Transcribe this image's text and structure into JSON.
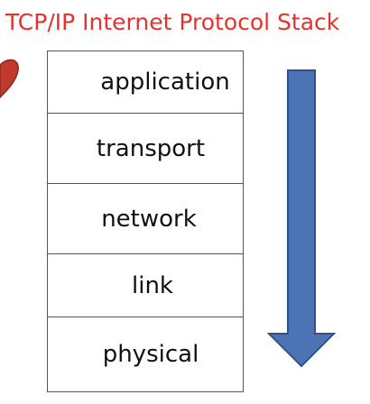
{
  "diagram": {
    "title": "TCP/IP Internet Protocol Stack",
    "layers": [
      {
        "label": "application"
      },
      {
        "label": "transport"
      },
      {
        "label": "network"
      },
      {
        "label": "link"
      },
      {
        "label": "physical"
      }
    ],
    "colors": {
      "title": "#e5322d",
      "arrow_fill": "#4a74b4",
      "arrow_stroke": "#2f528f",
      "heart_fill": "#c0392b",
      "border": "#555555"
    },
    "icons": {
      "arrow": "down-arrow-icon",
      "decoration": "heart-icon"
    }
  }
}
